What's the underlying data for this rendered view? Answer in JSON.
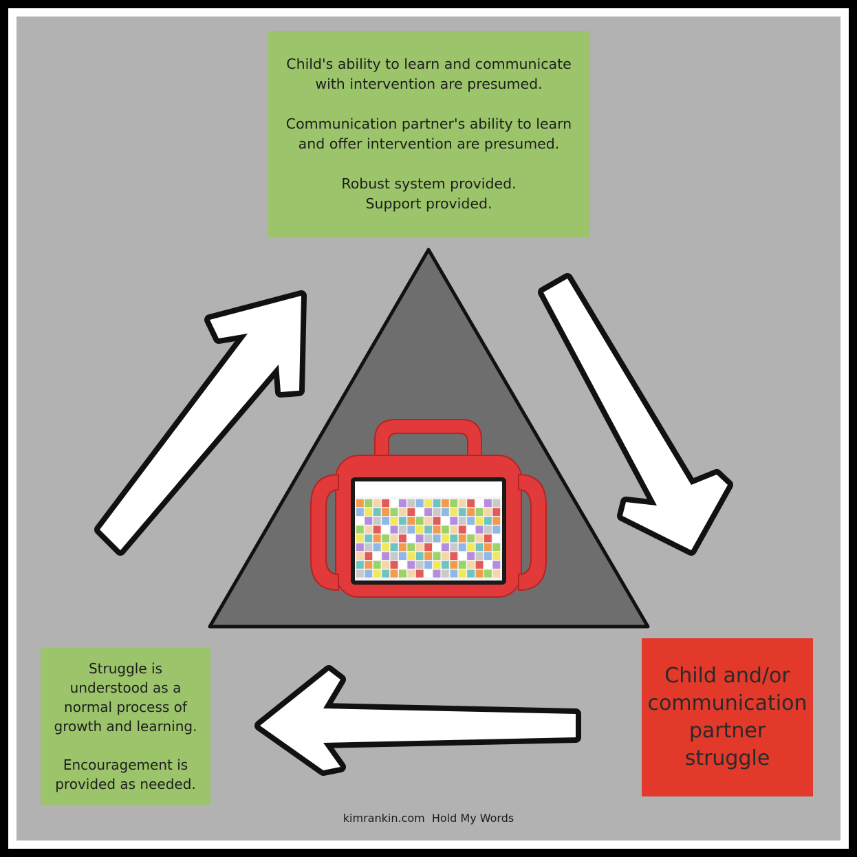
{
  "top_box": {
    "paragraph1": "Child's ability to learn and communicate with intervention are presumed.",
    "paragraph2": "Communication partner's ability to learn and offer intervention are presumed.",
    "paragraph3_line1": "Robust system provided.",
    "paragraph3_line2": "Support provided."
  },
  "right_box": {
    "text": "Child and/or communication partner struggle"
  },
  "left_box": {
    "paragraph1": "Struggle is understood as a normal process of growth and learning.",
    "paragraph2": "Encouragement is provided as needed."
  },
  "footer": {
    "site": "kimrankin.com",
    "tagline": "Hold My Words"
  },
  "colors": {
    "panel": "#b2b2b2",
    "green_box": "#9bc46b",
    "red_box": "#e2392b",
    "triangle": "#6e6e6e",
    "tablet_case": "#e23a3a"
  }
}
